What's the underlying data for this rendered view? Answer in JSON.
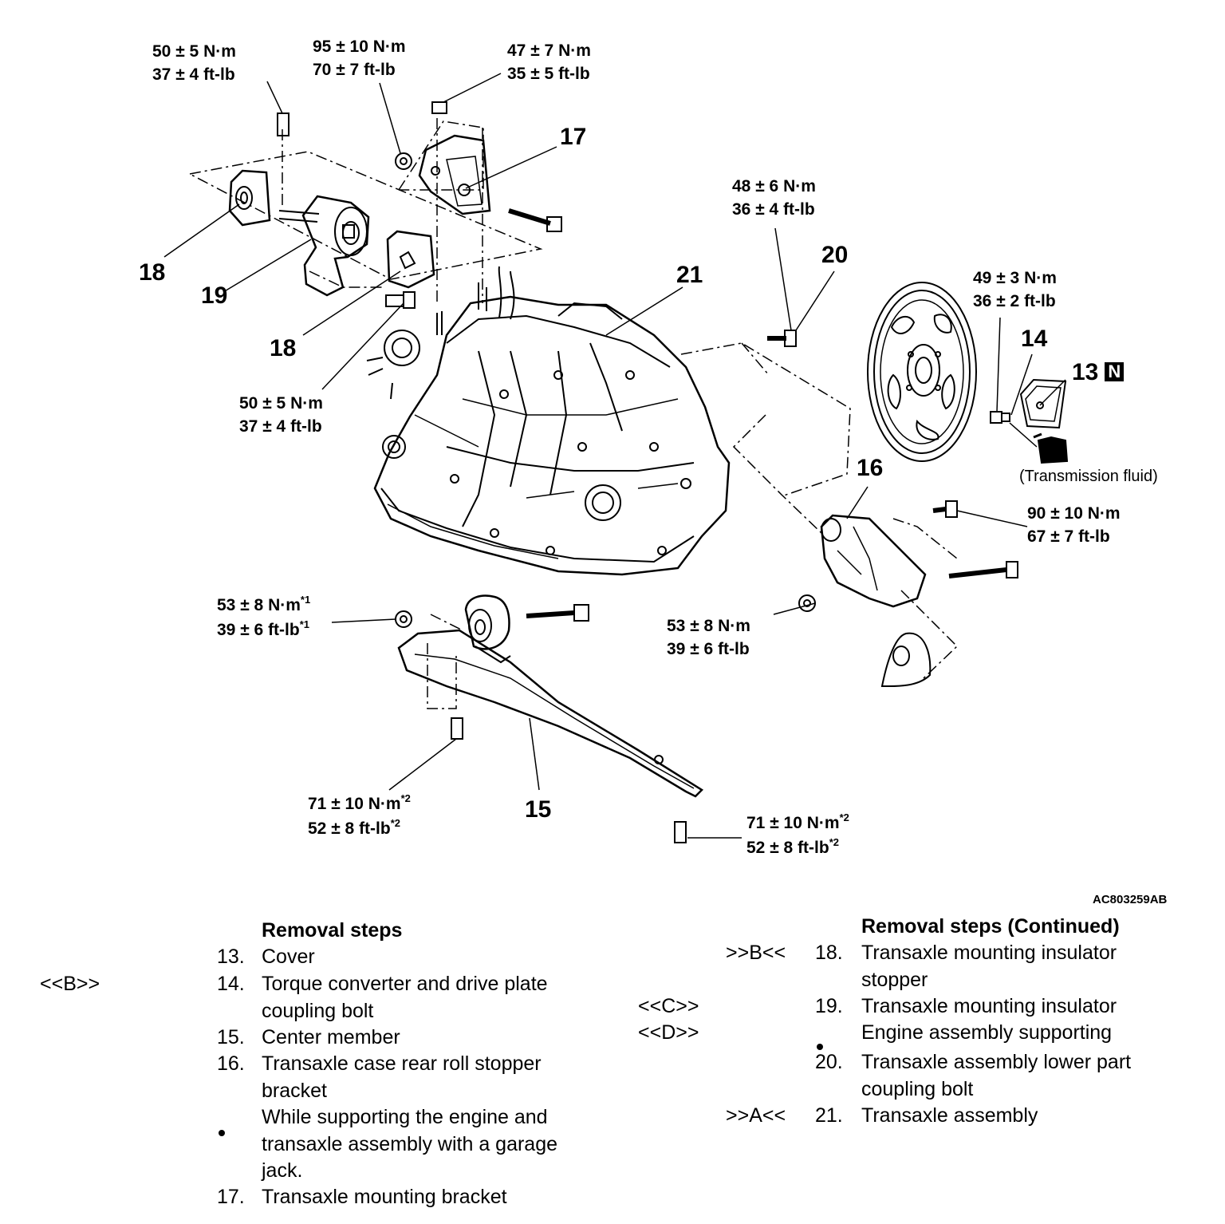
{
  "diagram": {
    "reference_code": "AC803259AB",
    "fluid_label": "(Transmission fluid)",
    "new_part_mark": "N",
    "callouts": [
      {
        "id": "c13",
        "text": "13"
      },
      {
        "id": "c14",
        "text": "14"
      },
      {
        "id": "c15",
        "text": "15"
      },
      {
        "id": "c16",
        "text": "16"
      },
      {
        "id": "c17",
        "text": "17"
      },
      {
        "id": "c18a",
        "text": "18"
      },
      {
        "id": "c18b",
        "text": "18"
      },
      {
        "id": "c19",
        "text": "19"
      },
      {
        "id": "c20",
        "text": "20"
      },
      {
        "id": "c21",
        "text": "21"
      }
    ],
    "torques": [
      {
        "nm": "50 ± 5 N·m",
        "ftlb": "37 ± 4 ft-lb"
      },
      {
        "nm": "95 ± 10 N·m",
        "ftlb": "70 ± 7 ft-lb"
      },
      {
        "nm": "47 ± 7 N·m",
        "ftlb": "35 ± 5 ft-lb"
      },
      {
        "nm": "48 ± 6 N·m",
        "ftlb": "36 ± 4 ft-lb"
      },
      {
        "nm": "49 ± 3 N·m",
        "ftlb": "36 ± 2 ft-lb"
      },
      {
        "nm": "50 ± 5 N·m",
        "ftlb": "37 ± 4 ft-lb"
      },
      {
        "nm": "90 ± 10 N·m",
        "ftlb": "67 ± 7 ft-lb"
      },
      {
        "nm": "53 ± 8 N·m",
        "ftlb": "39 ± 6 ft-lb",
        "note": "*1"
      },
      {
        "nm": "53 ± 8 N·m",
        "ftlb": "39 ± 6 ft-lb"
      },
      {
        "nm": "71 ± 10 N·m",
        "ftlb": "52 ± 8 ft-lb",
        "note": "*2"
      },
      {
        "nm": "71 ± 10 N·m",
        "ftlb": "52 ± 8 ft-lb",
        "note": "*2"
      }
    ]
  },
  "removal_steps": {
    "heading": "Removal steps",
    "heading_continued": "Removal steps (Continued)",
    "left": [
      {
        "mark": "",
        "num": "13.",
        "lines": [
          "Cover"
        ]
      },
      {
        "mark": "<<B>>",
        "num": "14.",
        "lines": [
          "Torque converter and drive plate",
          "coupling bolt"
        ]
      },
      {
        "mark": "",
        "num": "15.",
        "lines": [
          "Center member"
        ]
      },
      {
        "mark": "",
        "num": "16.",
        "lines": [
          "Transaxle case rear roll stopper",
          "bracket"
        ]
      },
      {
        "mark": "",
        "num": "•",
        "lines": [
          "While supporting the engine and",
          "transaxle assembly with a garage",
          "jack."
        ]
      },
      {
        "mark": "",
        "num": "17.",
        "lines": [
          "Transaxle mounting bracket"
        ]
      }
    ],
    "right": [
      {
        "mark": ">>B<<",
        "num": "18.",
        "lines": [
          "Transaxle mounting insulator",
          "stopper"
        ]
      },
      {
        "mark": "<<C>>",
        "num": "19.",
        "lines": [
          "Transaxle mounting insulator"
        ]
      },
      {
        "mark": "<<D>>",
        "num": "•",
        "lines": [
          "Engine assembly supporting"
        ]
      },
      {
        "mark": "",
        "num": "20.",
        "lines": [
          "Transaxle assembly lower part",
          "coupling bolt"
        ]
      },
      {
        "mark": ">>A<<",
        "num": "21.",
        "lines": [
          "Transaxle assembly"
        ]
      }
    ]
  }
}
